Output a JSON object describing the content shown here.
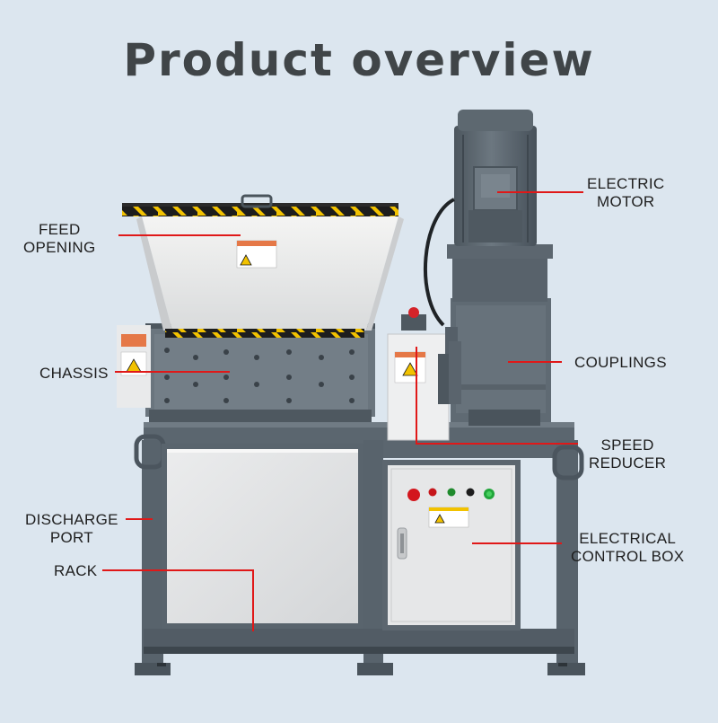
{
  "title": "Product overview",
  "labels": {
    "feed_opening": [
      "FEED",
      "OPENING"
    ],
    "chassis": "CHASSIS",
    "discharge_port": [
      "DISCHARGE",
      "PORT"
    ],
    "rack": "RACK",
    "electric_motor": [
      "ELECTRIC",
      "MOTOR"
    ],
    "couplings": "COUPLINGS",
    "speed_reducer": [
      "SPEED",
      "REDUCER"
    ],
    "electrical_control_box": [
      "ELECTRICAL",
      "CONTROL BOX"
    ]
  },
  "colors": {
    "background": "#dce6ef",
    "machine_body": "#5c6770",
    "leader_line": "#e01818",
    "hazard_yellow": "#f2c200",
    "panel_light": "#e4e6e8"
  }
}
